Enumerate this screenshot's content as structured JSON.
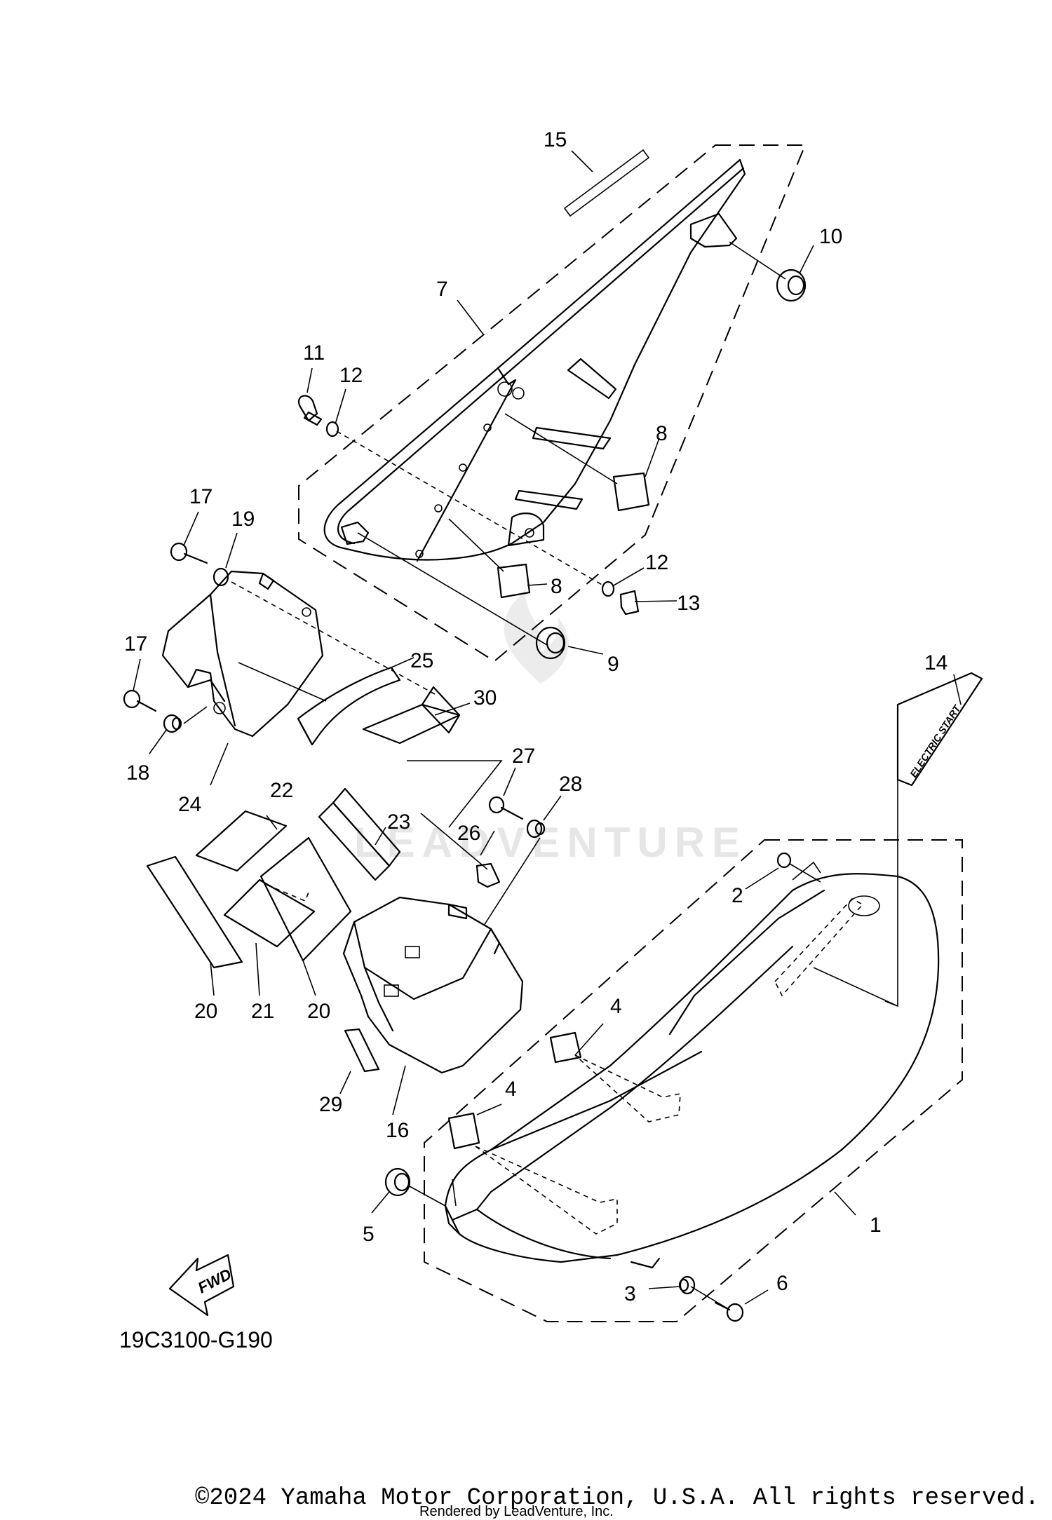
{
  "diagram_code": "19C3100-G190",
  "copyright": "©2024 Yamaha Motor Corporation, U.S.A. All rights reserved.",
  "rendered_by": "Rendered by LeadVenture, Inc.",
  "watermark": "LEADVENTURE",
  "fwd_label": "FWD",
  "decal_text": "ELECTRIC START",
  "callouts": {
    "c1": "1",
    "c2": "2",
    "c3": "3",
    "c4a": "4",
    "c4b": "4",
    "c5": "5",
    "c6": "6",
    "c7": "7",
    "c8a": "8",
    "c8b": "8",
    "c9": "9",
    "c10": "10",
    "c11": "11",
    "c12a": "12",
    "c12b": "12",
    "c13": "13",
    "c14": "14",
    "c15": "15",
    "c16": "16",
    "c17a": "17",
    "c17b": "17",
    "c18": "18",
    "c19": "19",
    "c20a": "20",
    "c20b": "20",
    "c21": "21",
    "c22": "22",
    "c23": "23",
    "c24": "24",
    "c25": "25",
    "c26": "26",
    "c27": "27",
    "c28": "28",
    "c29": "29",
    "c30": "30"
  }
}
